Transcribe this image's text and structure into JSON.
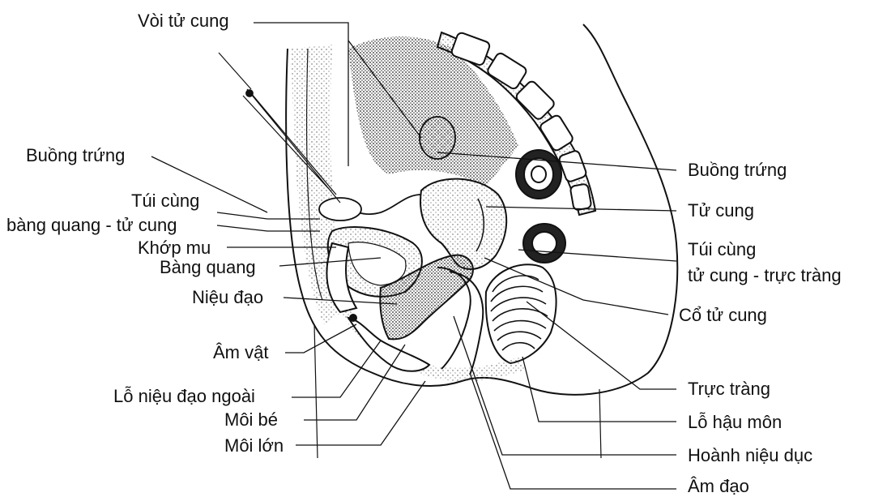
{
  "labels": {
    "voi_tu_cung": "Vòi tử cung",
    "buong_trung_left": "Buồng trứng",
    "tui_cung_1": "Túi cùng",
    "tui_cung_2": "bàng quang - tử cung",
    "khop_mu": "Khớp mu",
    "bang_quang": "Bàng quang",
    "nieu_dao": "Niệu đạo",
    "am_vat": "Âm vật",
    "lo_nieu_dao_ngoai": "Lỗ niệu đạo ngoài",
    "moi_be": "Môi bé",
    "moi_lon": "Môi lớn",
    "buong_trung_right": "Buồng trứng",
    "tu_cung": "Tử cung",
    "tui_cung_tt_1": "Túi cùng",
    "tui_cung_tt_2": "tử cung - trực tràng",
    "co_tu_cung": "Cổ tử cung",
    "truc_trang": "Trực tràng",
    "lo_hau_mon": "Lỗ hậu môn",
    "hoanh_nieu_duc": "Hoành niệu dục",
    "am_dao": "Âm đạo"
  },
  "colors": {
    "ink": "#111111",
    "stipple": "#555555",
    "dark": "#1a1a1a"
  }
}
